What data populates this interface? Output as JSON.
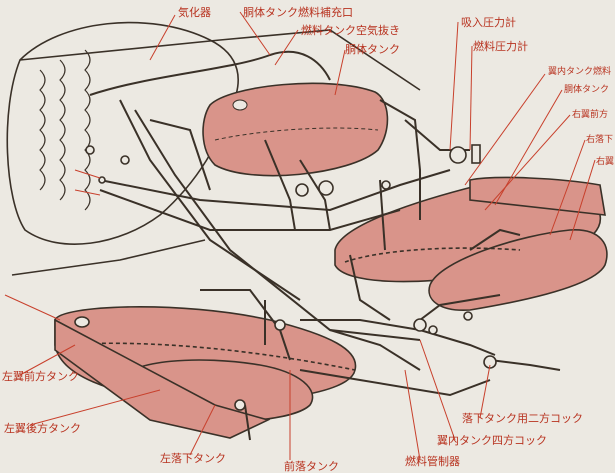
{
  "colors": {
    "background": "#ece9e2",
    "tank_fill": "#d9948a",
    "line": "#3a3128",
    "label": "#b8321f",
    "leader": "#c8402c"
  },
  "labels": {
    "carburetor": "気化器",
    "fuselage_filler": "胴体タンク燃料補充口",
    "air_vent": "燃料タンク空気抜き",
    "fuselage_tank": "胴体タンク",
    "intake_gauge": "吸入圧力計",
    "fuel_gauge": "燃料圧力計",
    "wing_tank_1": "翼内タンク燃料",
    "fuselage_tank_2": "胴体タンク",
    "right_wing_1": "右翼前方",
    "drop_tank_a": "右落下",
    "right_wing_2": "右翼",
    "left_front_tank": "左翼前方タンク",
    "left_rear_tank": "左翼後方タンク",
    "left_drop_tank": "左落下タンク",
    "bottom_partial": "前落タンク",
    "fuel_manifold": "燃料管制器",
    "wing_4way_cock": "翼内タンク四方コック",
    "drop_2way_cock": "落下タンク用二方コック"
  }
}
